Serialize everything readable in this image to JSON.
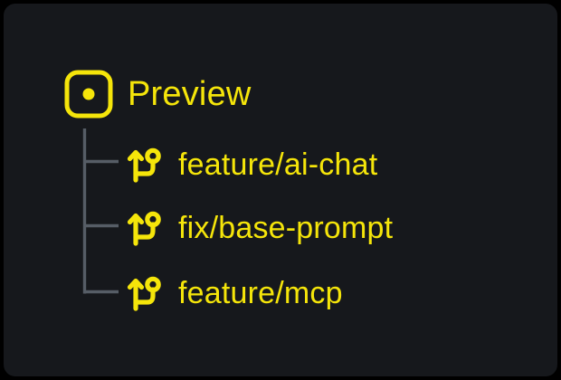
{
  "panel": {
    "background_color": "#16181C",
    "backdrop_color": "#000000"
  },
  "colors": {
    "accent_yellow": "#F5E50A",
    "connector_gray": "#565D66"
  },
  "header": {
    "icon": "preview-square-dot-icon",
    "title": "Preview"
  },
  "branches": [
    {
      "icon": "git-branch-icon",
      "label": "feature/ai-chat"
    },
    {
      "icon": "git-branch-icon",
      "label": "fix/base-prompt"
    },
    {
      "icon": "git-branch-icon",
      "label": "feature/mcp"
    }
  ]
}
